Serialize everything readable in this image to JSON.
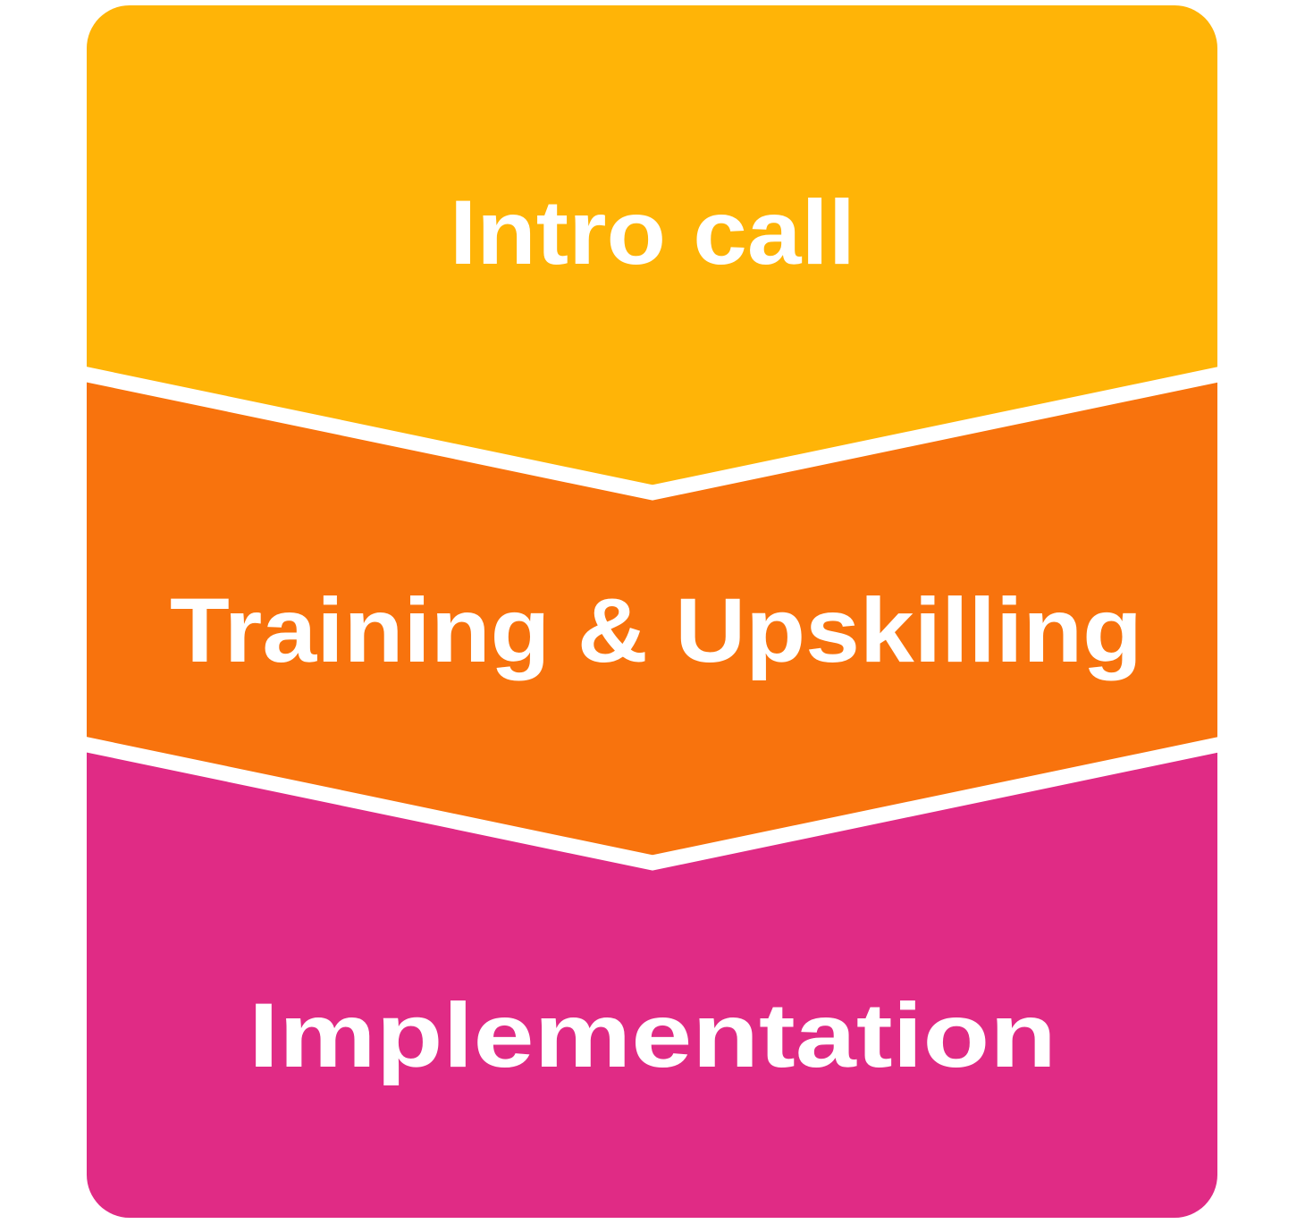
{
  "diagram": {
    "type": "vertical-chevron-process",
    "stages": [
      {
        "label": "Intro call",
        "color": "#FFB407"
      },
      {
        "label": "Training & Upskilling",
        "color": "#F8730D"
      },
      {
        "label": "Implementation",
        "color": "#E02B85"
      }
    ],
    "separator_color": "#FFFFFF",
    "text_color": "#FFFFFF",
    "background_color": "#FFFFFF"
  }
}
